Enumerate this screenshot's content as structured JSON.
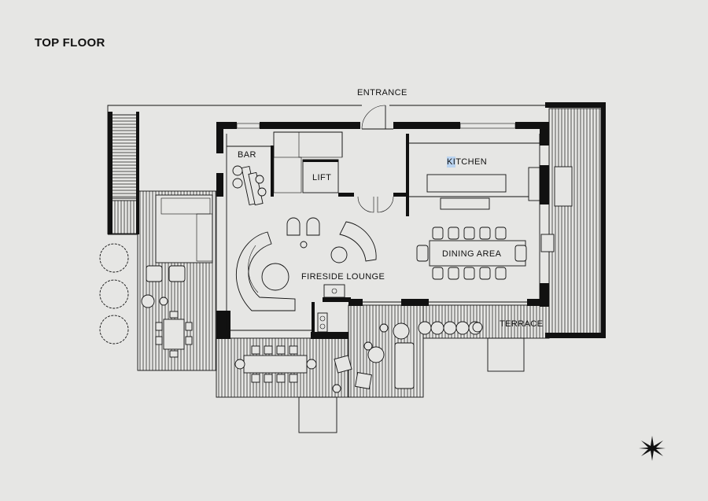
{
  "title": "TOP FLOOR",
  "rooms": {
    "entrance": "ENTRANCE",
    "bar": "BAR",
    "lift": "LIFT",
    "kitchen": "KITCHEN",
    "dining": "DINING AREA",
    "lounge": "FIRESIDE LOUNGE",
    "terrace": "TERRACE"
  },
  "colors": {
    "background": "#e6e6e4",
    "ink": "#111111",
    "selection_highlight": "#b9d3f0"
  },
  "icons": {
    "compass": "compass-star-icon"
  }
}
